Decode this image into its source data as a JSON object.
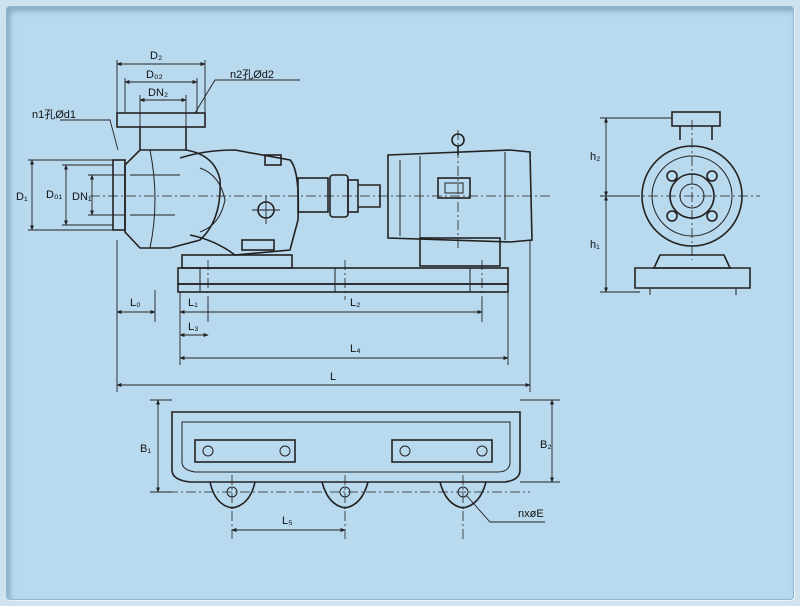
{
  "labels": {
    "D2": "D₂",
    "D02": "D₀₂",
    "DN2": "DN₂",
    "n2_holes": "n2孔Ød2",
    "n1_holes": "n1孔Ød1",
    "D1": "D₁",
    "D01": "D₀₁",
    "DN1": "DN₁",
    "L0": "L₀",
    "L1": "L₁",
    "L2": "L₂",
    "L3": "L₃",
    "L4": "L₄",
    "L": "L",
    "h2": "h₂",
    "h1": "h₁",
    "B1": "B₁",
    "B2": "B₂",
    "L5": "L₅",
    "nE": "nxøE"
  }
}
